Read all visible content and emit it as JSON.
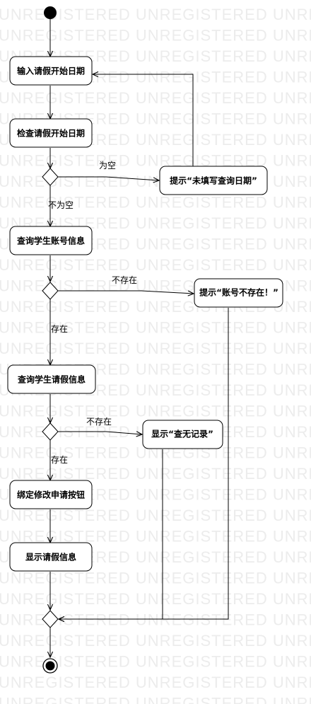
{
  "watermark": "UNREGISTERED UNREGISTERED UNREGISTERED",
  "nodes": {
    "input_date": "输入请假开始日期",
    "check_date": "检查请假开始日期",
    "prompt_no_date": "提示“未填写查询日期”",
    "query_account": "查询学生账号信息",
    "prompt_no_account": "提示“账号不存在！”",
    "query_leave": "查询学生请假信息",
    "show_no_record": "显示“查无记录”",
    "bind_button": "绑定修改申请按钮",
    "show_leave": "显示请假信息"
  },
  "edges": {
    "empty": "为空",
    "not_empty": "不为空",
    "not_exist_1": "不存在",
    "exist_1": "存在",
    "not_exist_2": "不存在",
    "exist_2": "存在"
  }
}
